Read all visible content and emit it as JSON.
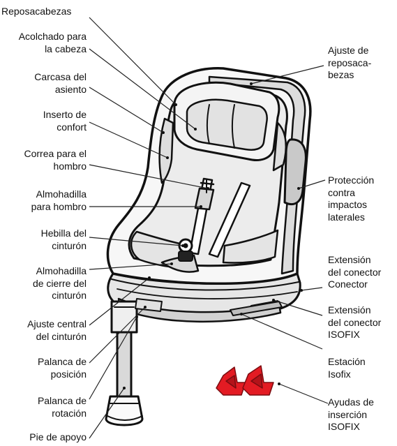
{
  "colors": {
    "ink": "#111111",
    "leader": "#222222",
    "shade": "#d9d9d9",
    "light_shade": "#ebebeb",
    "accent_red": "#e31b23"
  },
  "labels": {
    "headrest": "Reposacabezas",
    "head_padding": "Acolchado para\nla cabeza",
    "seat_shell": "Carcasa del\nasiento",
    "comfort_insert": "Inserto de\nconfort",
    "shoulder_strap": "Correa para el\nhombro",
    "shoulder_pad": "Almohadilla\npara hombro",
    "belt_buckle": "Hebilla del\ncinturón",
    "buckle_pad": "Almohadilla\nde cierre del\ncinturón",
    "central_adjuster": "Ajuste central\ndel cinturón",
    "position_lever": "Palanca de\nposición",
    "rotation_lever": "Palanca de\nrotación",
    "support_leg": "Pie de apoyo",
    "headrest_adjust": "Ajuste de\nreposaca-\nbezas",
    "side_impact": "Protección\ncontra\nimpactos\nlaterales",
    "connector_ext": "Extensión\ndel conector\nConector",
    "isofix_ext": "Extensión\ndel conector\nISOFIX",
    "isofix_station": "Estación\nIsofix",
    "isofix_guides": "Ayudas de\ninserción\nISOFIX"
  },
  "icons": {
    "car_seat": "child-car-seat-illustration",
    "isofix_guides": "isofix-insertion-guide-icon"
  }
}
